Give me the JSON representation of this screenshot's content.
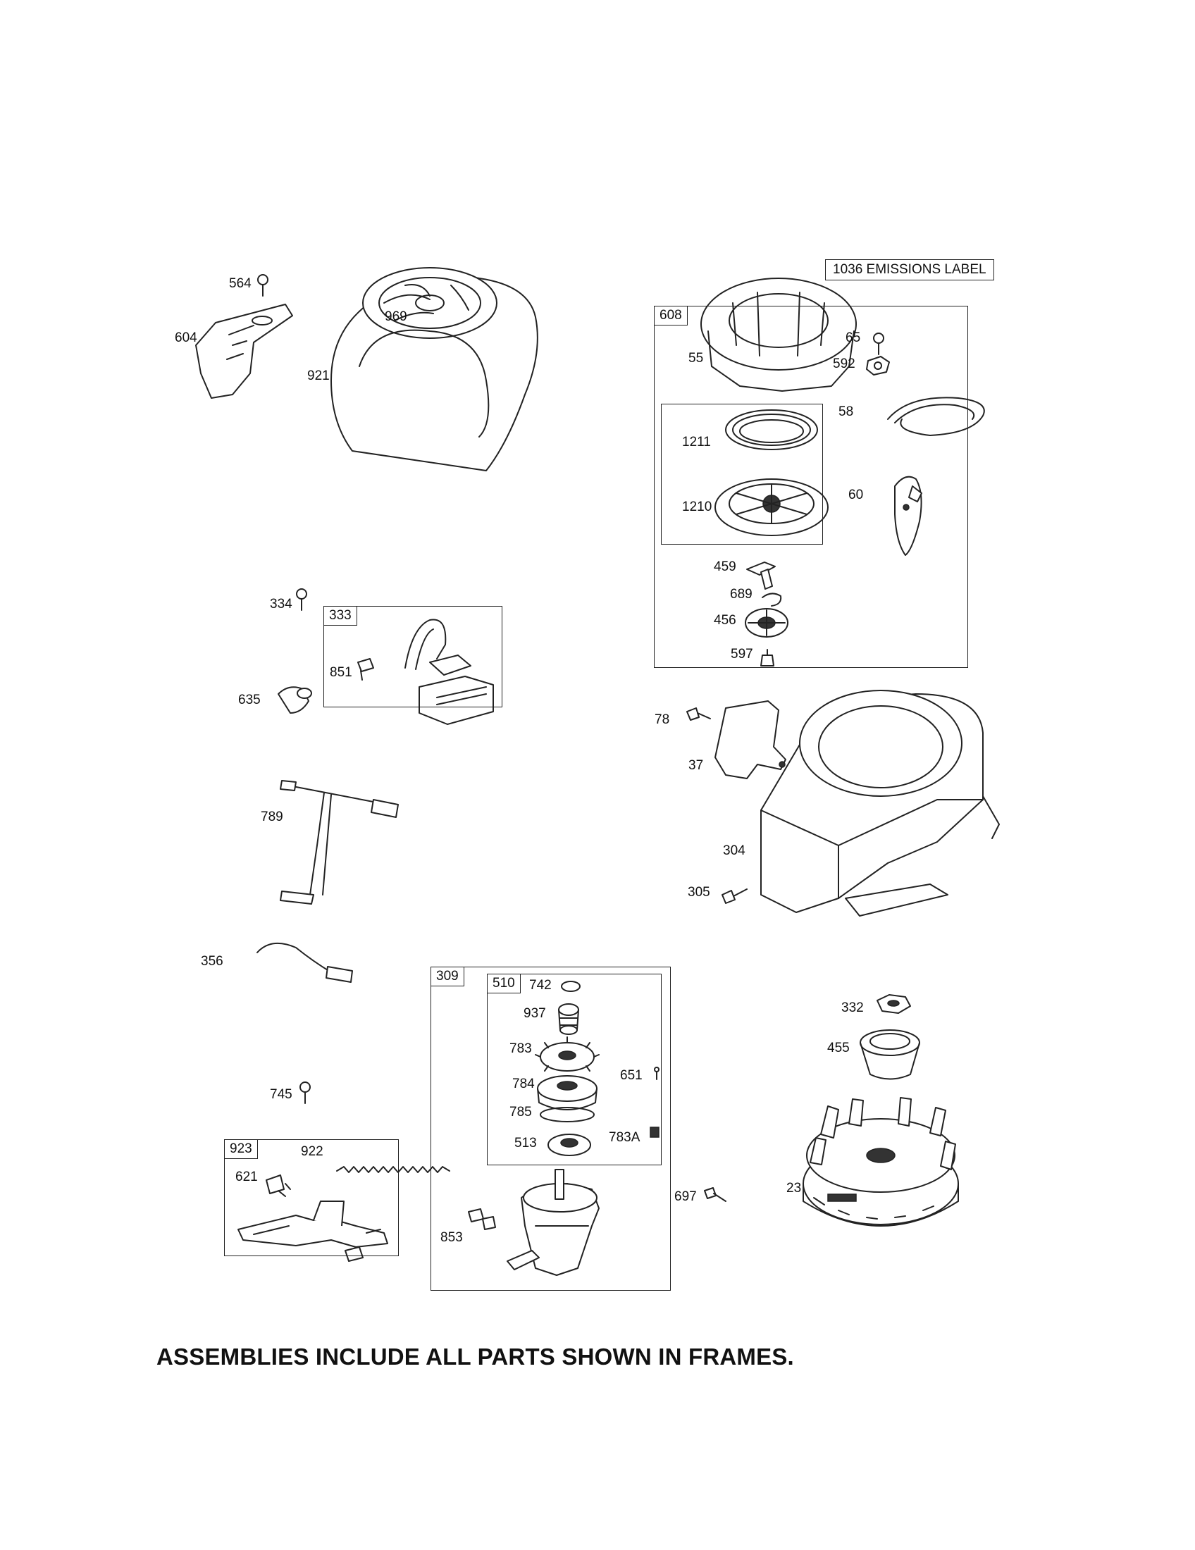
{
  "emissions_label": "1036 EMISSIONS LABEL",
  "footer_note": "ASSEMBLIES INCLUDE ALL PARTS SHOWN IN FRAMES.",
  "frames": {
    "f608": "608",
    "f333": "333",
    "f309": "309",
    "f510": "510",
    "f923": "923"
  },
  "parts": {
    "p564": "564",
    "p604": "604",
    "p969": "969",
    "p921": "921",
    "p65": "65",
    "p592": "592",
    "p55": "55",
    "p58": "58",
    "p1211": "1211",
    "p1210": "1210",
    "p60": "60",
    "p459": "459",
    "p689": "689",
    "p456": "456",
    "p597": "597",
    "p334": "334",
    "p851": "851",
    "p635": "635",
    "p78": "78",
    "p37": "37",
    "p304": "304",
    "p305": "305",
    "p789": "789",
    "p356": "356",
    "p742": "742",
    "p937": "937",
    "p783": "783",
    "p784": "784",
    "p651": "651",
    "p785": "785",
    "p783a": "783A",
    "p513": "513",
    "p697": "697",
    "p853": "853",
    "p332": "332",
    "p455": "455",
    "p23": "23",
    "p745": "745",
    "p922": "922",
    "p621": "621"
  }
}
